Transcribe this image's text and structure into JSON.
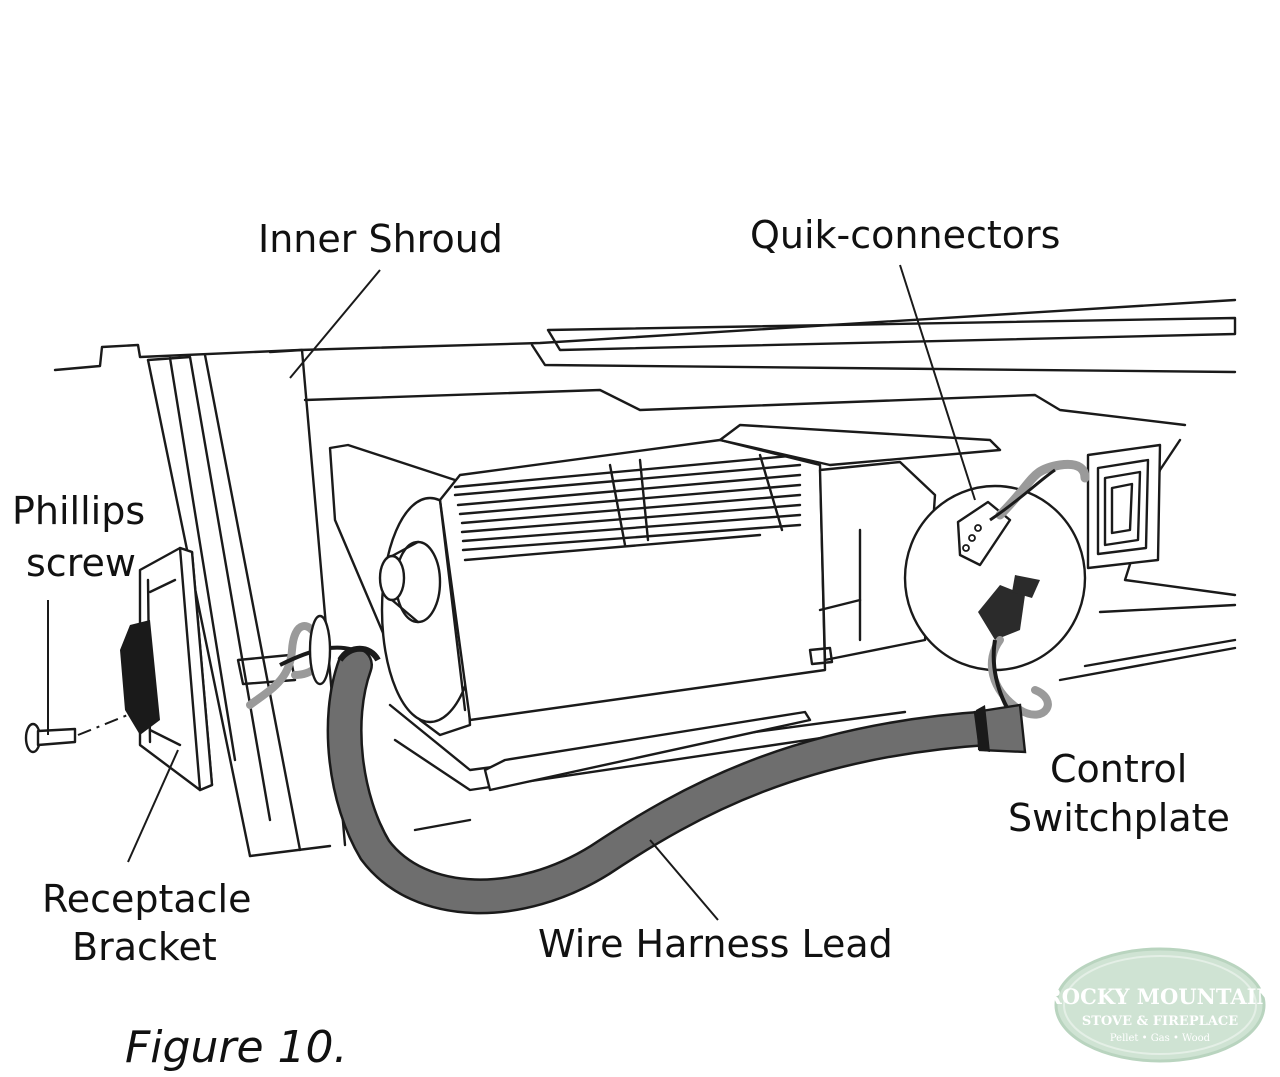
{
  "labels": {
    "inner_shroud": "Inner Shroud",
    "quik_connectors": "Quik-connectors",
    "phillips_line1": "Phillips",
    "phillips_line2": "screw",
    "control_line1": "Control",
    "control_line2": "Switchplate",
    "receptacle_line1": "Receptacle",
    "receptacle_line2": "Bracket",
    "wire_harness": "Wire Harness Lead"
  },
  "caption": "Figure 10.",
  "watermark": {
    "line1": "ROCKY MOUNTAIN",
    "line2": "STOVE & FIREPLACE",
    "line3": "Pellet • Gas • Wood"
  },
  "colors": {
    "harness": "#6e6e6e",
    "wire_light": "#9a9a9a",
    "watermark_fill": "#cfe3d3",
    "watermark_text": "#ffffff"
  }
}
